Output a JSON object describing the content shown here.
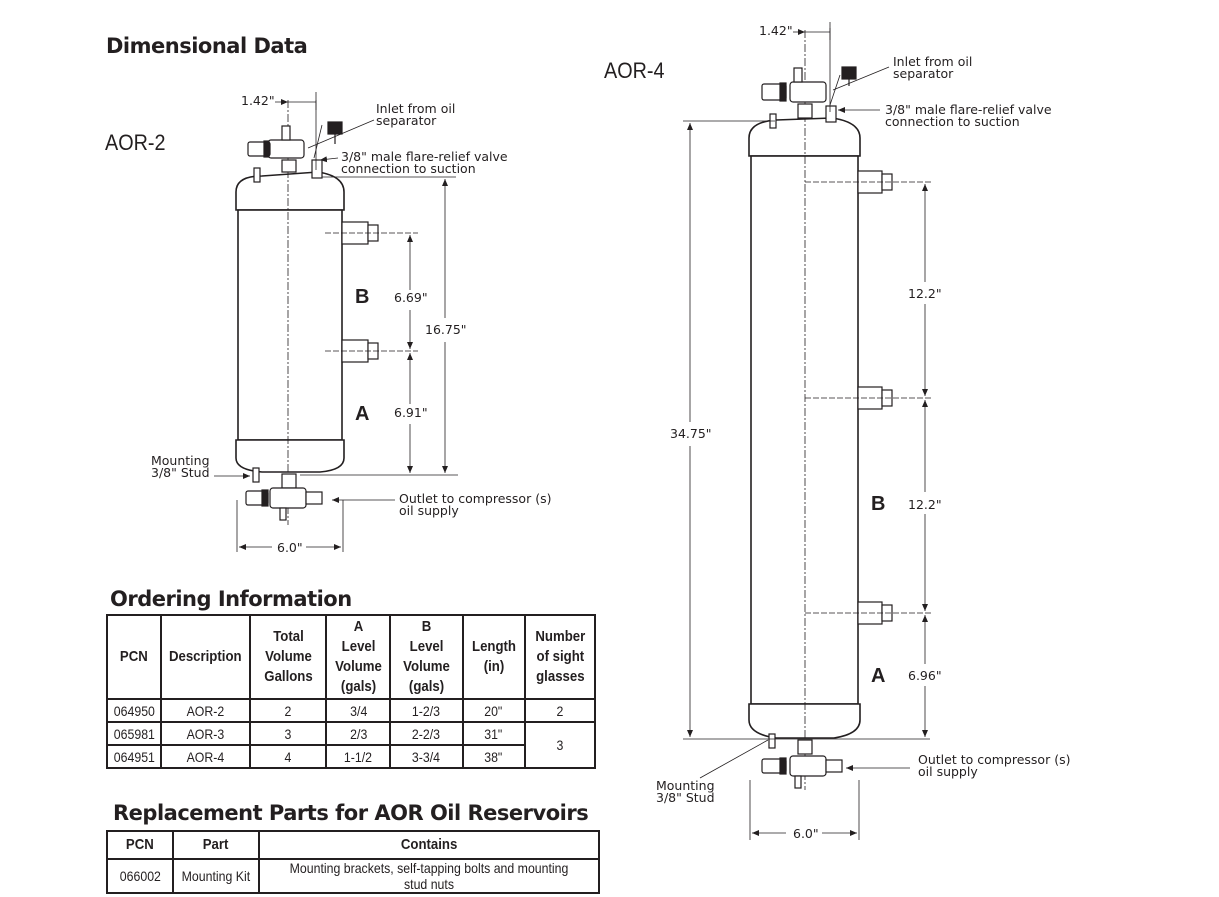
{
  "headings": {
    "dimensional_data": "Dimensional Data",
    "ordering_information": "Ordering Information",
    "replacement_parts": "Replacement Parts for AOR Oil Reservoirs"
  },
  "aor2": {
    "model": "AOR-2",
    "callouts": {
      "inlet": [
        "Inlet from oil",
        "separator"
      ],
      "relief": [
        "3/8\" male flare-relief valve",
        "connection to suction"
      ],
      "mounting": [
        "Mounting",
        "3/8\" Stud"
      ],
      "outlet": [
        "Outlet to compressor (s)",
        "oil supply"
      ]
    },
    "dimensions": {
      "inlet_offset": "1.42\"",
      "b_level": "6.69\"",
      "a_level": "6.91\"",
      "overall_height": "16.75\"",
      "diameter": "6.0\""
    },
    "zones": {
      "b": "B",
      "a": "A"
    }
  },
  "aor4": {
    "model": "AOR-4",
    "callouts": {
      "inlet": [
        "Inlet from oil",
        "separator"
      ],
      "relief": [
        "3/8\" male flare-relief valve",
        "connection to suction"
      ],
      "mounting": [
        "Mounting",
        "3/8\" Stud"
      ],
      "outlet": [
        "Outlet to compressor (s)",
        "oil supply"
      ]
    },
    "dimensions": {
      "inlet_offset": "1.42\"",
      "upper_level": "12.2\"",
      "b_level": "12.2\"",
      "a_level": "6.96\"",
      "overall_height": "34.75\"",
      "diameter": "6.0\""
    },
    "zones": {
      "b": "B",
      "a": "A"
    }
  },
  "ordering_table": {
    "headers": [
      [
        "PCN"
      ],
      [
        "Description"
      ],
      [
        "Total",
        "Volume",
        "Gallons"
      ],
      [
        "A",
        "Level",
        "Volume",
        "(gals)"
      ],
      [
        "B",
        "Level",
        "Volume",
        "(gals)"
      ],
      [
        "Length",
        "(in)"
      ],
      [
        "Number",
        "of sight",
        "glasses"
      ]
    ],
    "rows": [
      {
        "pcn": "064950",
        "description": "AOR-2",
        "total_volume": "2",
        "a_level": "3/4",
        "b_level": "1-2/3",
        "length": "20\"",
        "sight_glasses": "2"
      },
      {
        "pcn": "065981",
        "description": "AOR-3",
        "total_volume": "3",
        "a_level": "2/3",
        "b_level": "2-2/3",
        "length": "31\"",
        "sight_glasses": "3"
      },
      {
        "pcn": "064951",
        "description": "AOR-4",
        "total_volume": "4",
        "a_level": "1-1/2",
        "b_level": "3-3/4",
        "length": "38\"",
        "sight_glasses": "3"
      }
    ]
  },
  "parts_table": {
    "headers": [
      "PCN",
      "Part",
      "Contains"
    ],
    "rows": [
      {
        "pcn": "066002",
        "part": "Mounting Kit",
        "contains": "Mounting brackets, self-tapping bolts and mounting stud nuts"
      }
    ]
  }
}
